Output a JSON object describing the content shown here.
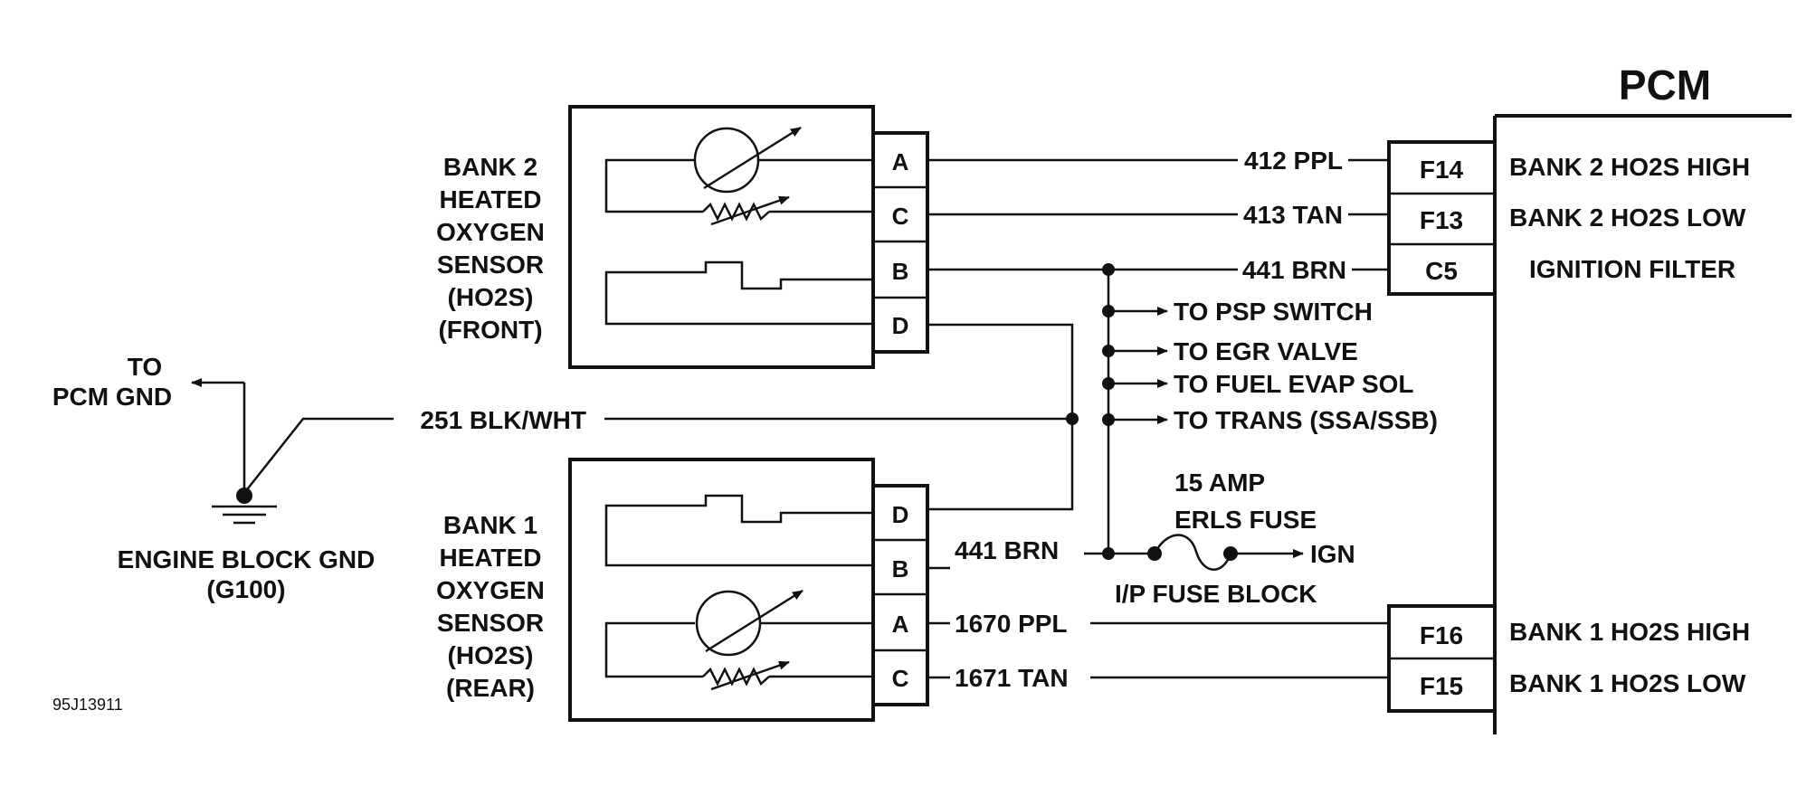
{
  "pcm": {
    "title": "PCM",
    "pins": [
      {
        "pin": "F14",
        "label": "BANK 2 HO2S HIGH"
      },
      {
        "pin": "F13",
        "label": "BANK 2 HO2S LOW"
      },
      {
        "pin": "C5",
        "label": "IGNITION FILTER"
      },
      {
        "pin": "F16",
        "label": "BANK 1 HO2S HIGH"
      },
      {
        "pin": "F15",
        "label": "BANK 1 HO2S LOW"
      }
    ]
  },
  "sensor_front": {
    "lines": [
      "BANK 2",
      "HEATED",
      "OXYGEN",
      "SENSOR",
      "(HO2S)",
      "(FRONT)"
    ],
    "pins": [
      "A",
      "C",
      "B",
      "D"
    ]
  },
  "sensor_rear": {
    "lines": [
      "BANK 1",
      "HEATED",
      "OXYGEN",
      "SENSOR",
      "(HO2S)",
      "(REAR)"
    ],
    "pins": [
      "D",
      "B",
      "A",
      "C"
    ]
  },
  "wires": {
    "w412": "412 PPL",
    "w413": "413 TAN",
    "w441_top": "441 BRN",
    "w441_bottom": "441 BRN",
    "w251": "251 BLK/WHT",
    "w1670": "1670 PPL",
    "w1671": "1671 TAN"
  },
  "branches": [
    "TO PSP SWITCH",
    "TO EGR VALVE",
    "TO FUEL EVAP SOL",
    "TO TRANS (SSA/SSB)"
  ],
  "fuse": {
    "rating": "15 AMP",
    "name": "ERLS FUSE",
    "ign": "IGN",
    "block": "I/P FUSE BLOCK"
  },
  "ground": {
    "to_1": "TO",
    "to_2": "PCM GND",
    "name": "ENGINE BLOCK GND",
    "code": "(G100)"
  },
  "figure_ref": "95J13911"
}
